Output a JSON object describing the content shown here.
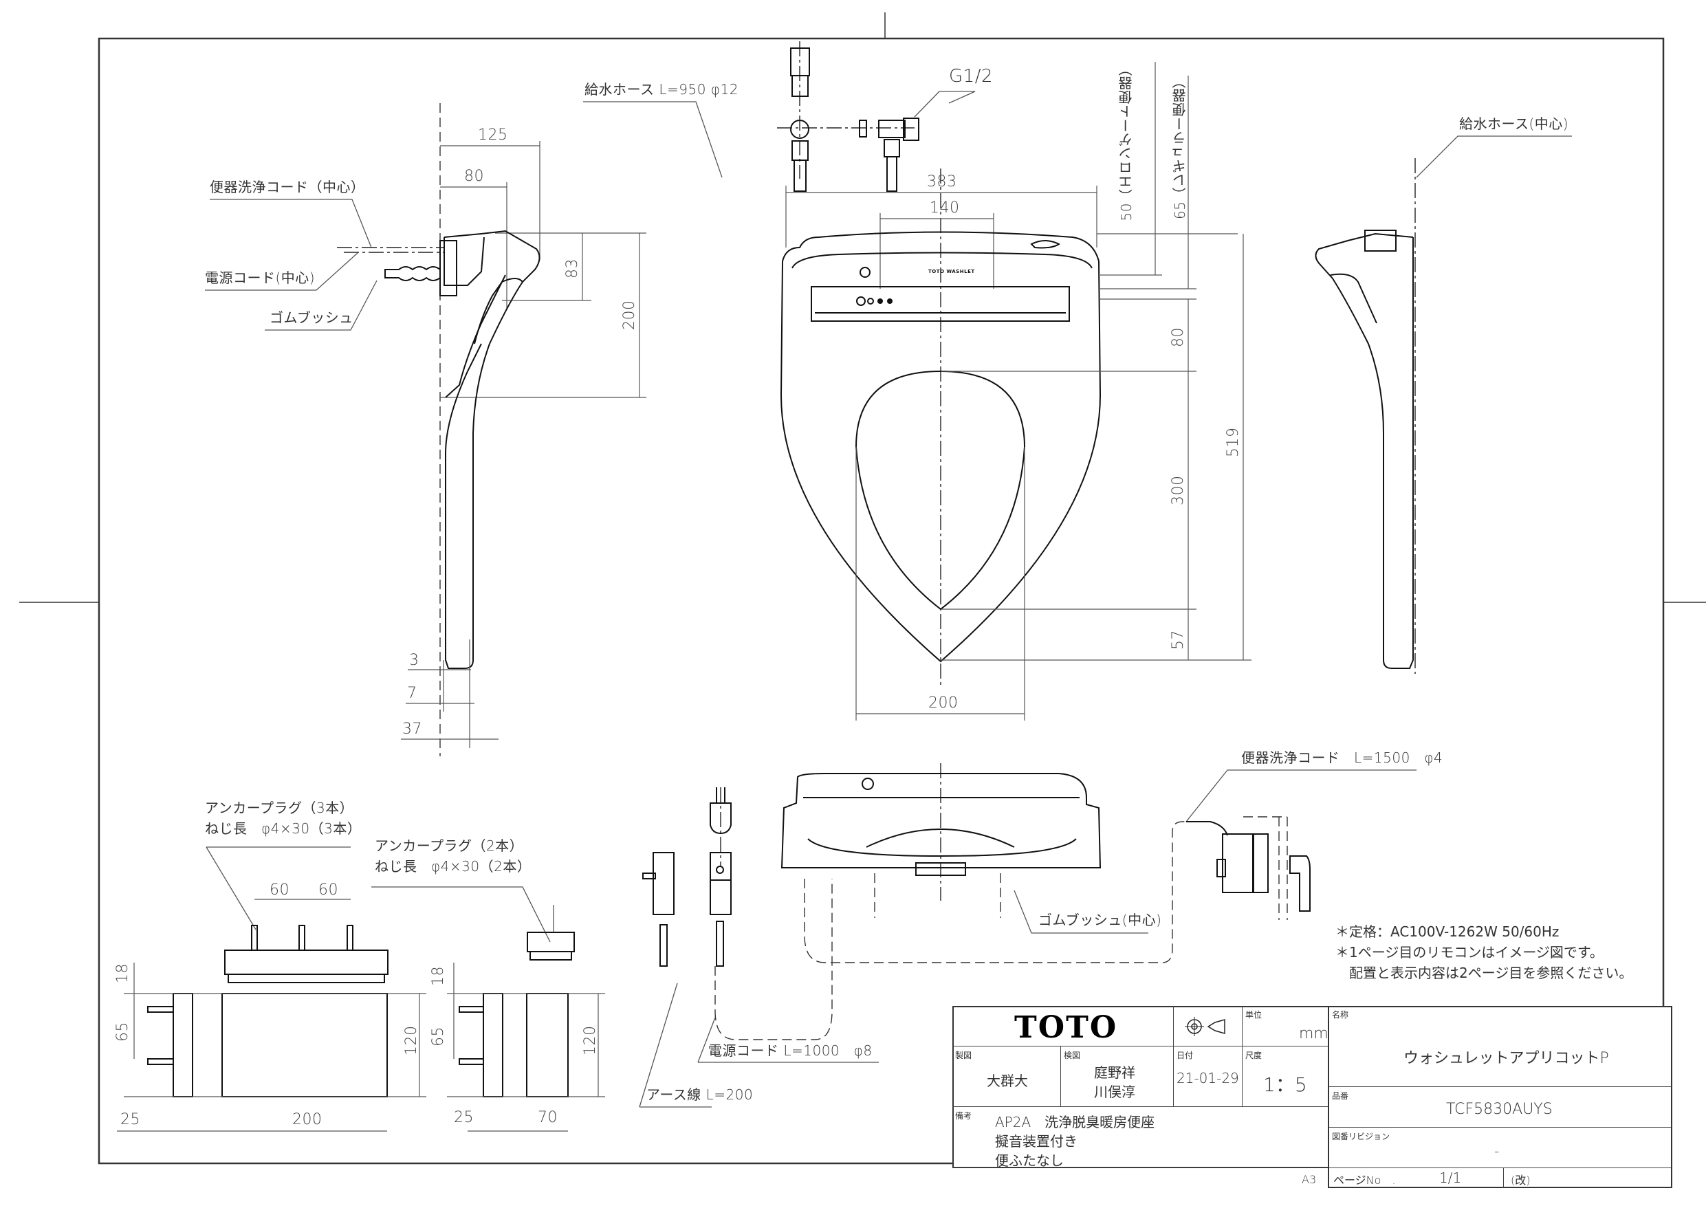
{
  "drawing": {
    "sheet_size": "A3",
    "border_color": "#333333",
    "line_color": "#111111"
  },
  "top_views": {
    "side_left": {
      "labels": {
        "flush_cord_center": "便器洗浄コード（中心）",
        "power_cord_center": "電源コード(中心)",
        "rubber_bush": "ゴムブッシュ"
      },
      "dims": {
        "d125": "125",
        "d80": "80",
        "d83": "83",
        "d200": "200",
        "d3": "3",
        "d7": "7",
        "d37": "37"
      }
    },
    "plan": {
      "labels": {
        "supply_hose": "給水ホース L=950 φ12",
        "thread": "G1/2",
        "elongated": "50（エロンゲート便器）",
        "regular": "65（レギュラー便器）",
        "brand_mark": "TOTO WASHLET"
      },
      "dims": {
        "d383": "383",
        "d140": "140",
        "d80": "80",
        "d300": "300",
        "d57": "57",
        "d519": "519",
        "d200": "200",
        "d50": "50",
        "d65": "65"
      }
    },
    "side_right": {
      "labels": {
        "supply_hose_center": "給水ホース(中心)"
      }
    }
  },
  "accessories": {
    "anchor_3": {
      "line1": "アンカープラグ（3本）",
      "line2": "ねじ長　φ4×30（3本）"
    },
    "anchor_2": {
      "line1": "アンカープラグ（2本）",
      "line2": "ねじ長　φ4×30（2本）"
    },
    "remote_dims": {
      "d60a": "60",
      "d60b": "60",
      "d18": "18",
      "d65": "65",
      "d120": "120",
      "d25": "25",
      "d200": "200"
    },
    "holder_dims": {
      "d18": "18",
      "d65": "65",
      "d120": "120",
      "d25": "25",
      "d70": "70"
    }
  },
  "front_view": {
    "labels": {
      "power_cord": "電源コード L=1000　φ8",
      "earth_wire": "アース線 L=200",
      "rubber_bush_center": "ゴムブッシュ(中心)",
      "flush_cord": "便器洗浄コード　L=1500　φ4"
    }
  },
  "notes": [
    "＊定格：AC100V-1262W 50/60Hz",
    "＊1ページ目のリモコンはイメージ図です。",
    "　配置と表示内容は2ページ目を参照ください。"
  ],
  "title_block": {
    "logo": "TOTO",
    "projection_symbol": "third-angle-projection-icon",
    "unit_caption": "単位",
    "unit": "mm",
    "name_caption": "名称",
    "name": "ウォシュレットアプリコットP",
    "drawn_caption": "製図",
    "drawn_by": "大群大",
    "checked_caption": "検図",
    "checked_by_1": "庭野祥",
    "checked_by_2": "川俣淳",
    "date_caption": "日付",
    "date": "21-01-29",
    "scale_caption": "尺度",
    "scale": "1：5",
    "part_caption": "品番",
    "part_number": "TCF5830AUYS",
    "remarks_caption": "備考",
    "remarks_1": "AP2A　洗浄脱臭暖房便座",
    "remarks_2": "擬音装置付き",
    "remarks_3": "便ふたなし",
    "revision_caption": "図番リビジョン",
    "revision": "-",
    "page_caption": "ページNo　.",
    "page": "1/1",
    "rev_mark": "(改)",
    "sheet": "A3"
  }
}
